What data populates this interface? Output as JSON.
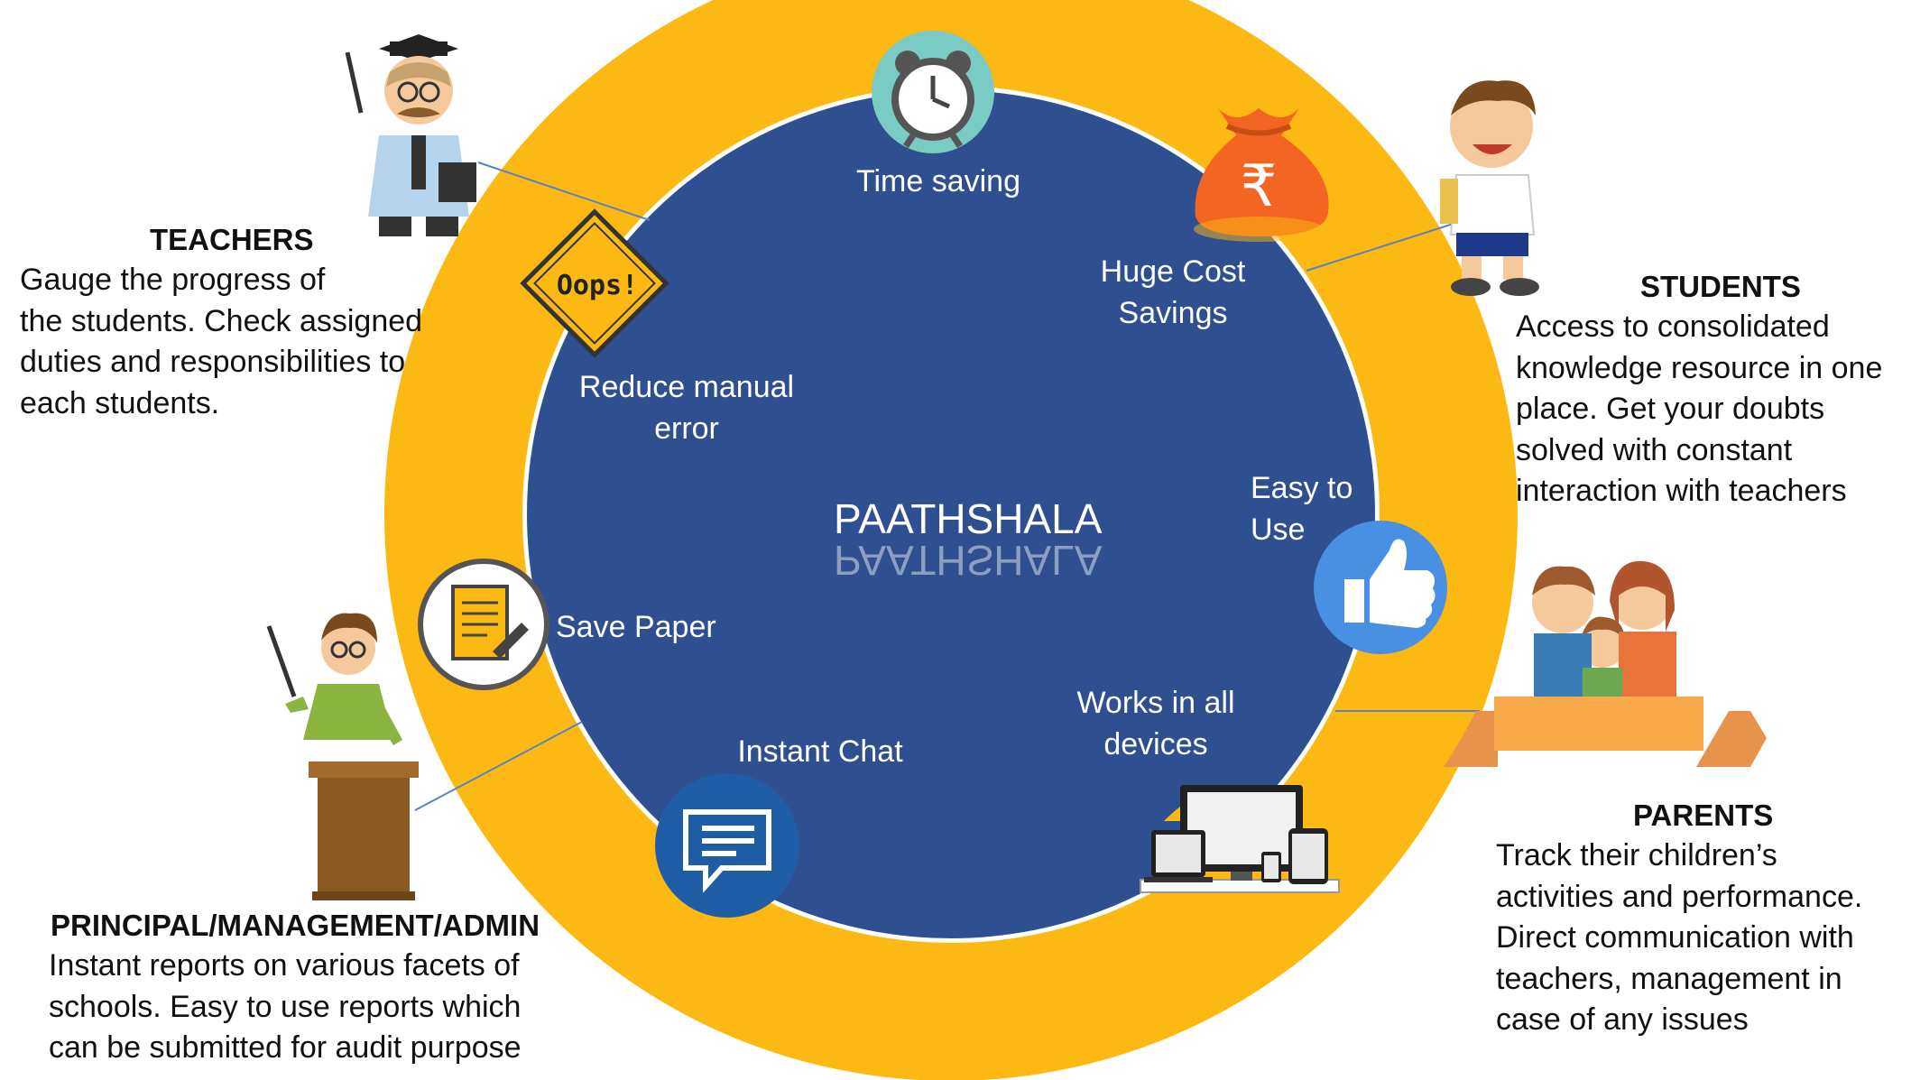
{
  "center": {
    "title": "PAATHSHALA"
  },
  "features": {
    "time_saving": "Time saving",
    "cost_savings": "Huge Cost\nSavings",
    "easy_to_use": "Easy to\nUse",
    "all_devices": "Works in all\ndevices",
    "instant_chat": "Instant Chat",
    "save_paper": "Save Paper",
    "reduce_error": "Reduce manual\nerror"
  },
  "icons": {
    "oops_sign_text": "Oops!",
    "rupee_symbol": "₹"
  },
  "stakeholders": {
    "teachers": {
      "title": "TEACHERS",
      "desc": "Gauge the progress of\nthe students. Check assigned\nduties and responsibilities to\neach students."
    },
    "students": {
      "title": "STUDENTS",
      "desc": "Access to consolidated\nknowledge resource in one\nplace. Get your doubts\nsolved with constant\ninteraction with teachers"
    },
    "parents": {
      "title": "PARENTS",
      "desc": "Track their children’s\nactivities and performance.\nDirect communication with\nteachers, management in\ncase of any issues"
    },
    "principal": {
      "title": "PRINCIPAL/MANAGEMENT/ADMIN",
      "desc": "Instant reports on various facets of\nschools. Easy to use reports which\ncan be submitted for audit purpose"
    }
  },
  "colors": {
    "outer_ring": "#FDB913",
    "inner_circle": "#2E5090",
    "clock_bg": "#79CBC3",
    "like_bg": "#4A90E2",
    "chat_bg": "#1F5DA7",
    "bag": "#F26522",
    "ribbon": "#F8A94A"
  }
}
